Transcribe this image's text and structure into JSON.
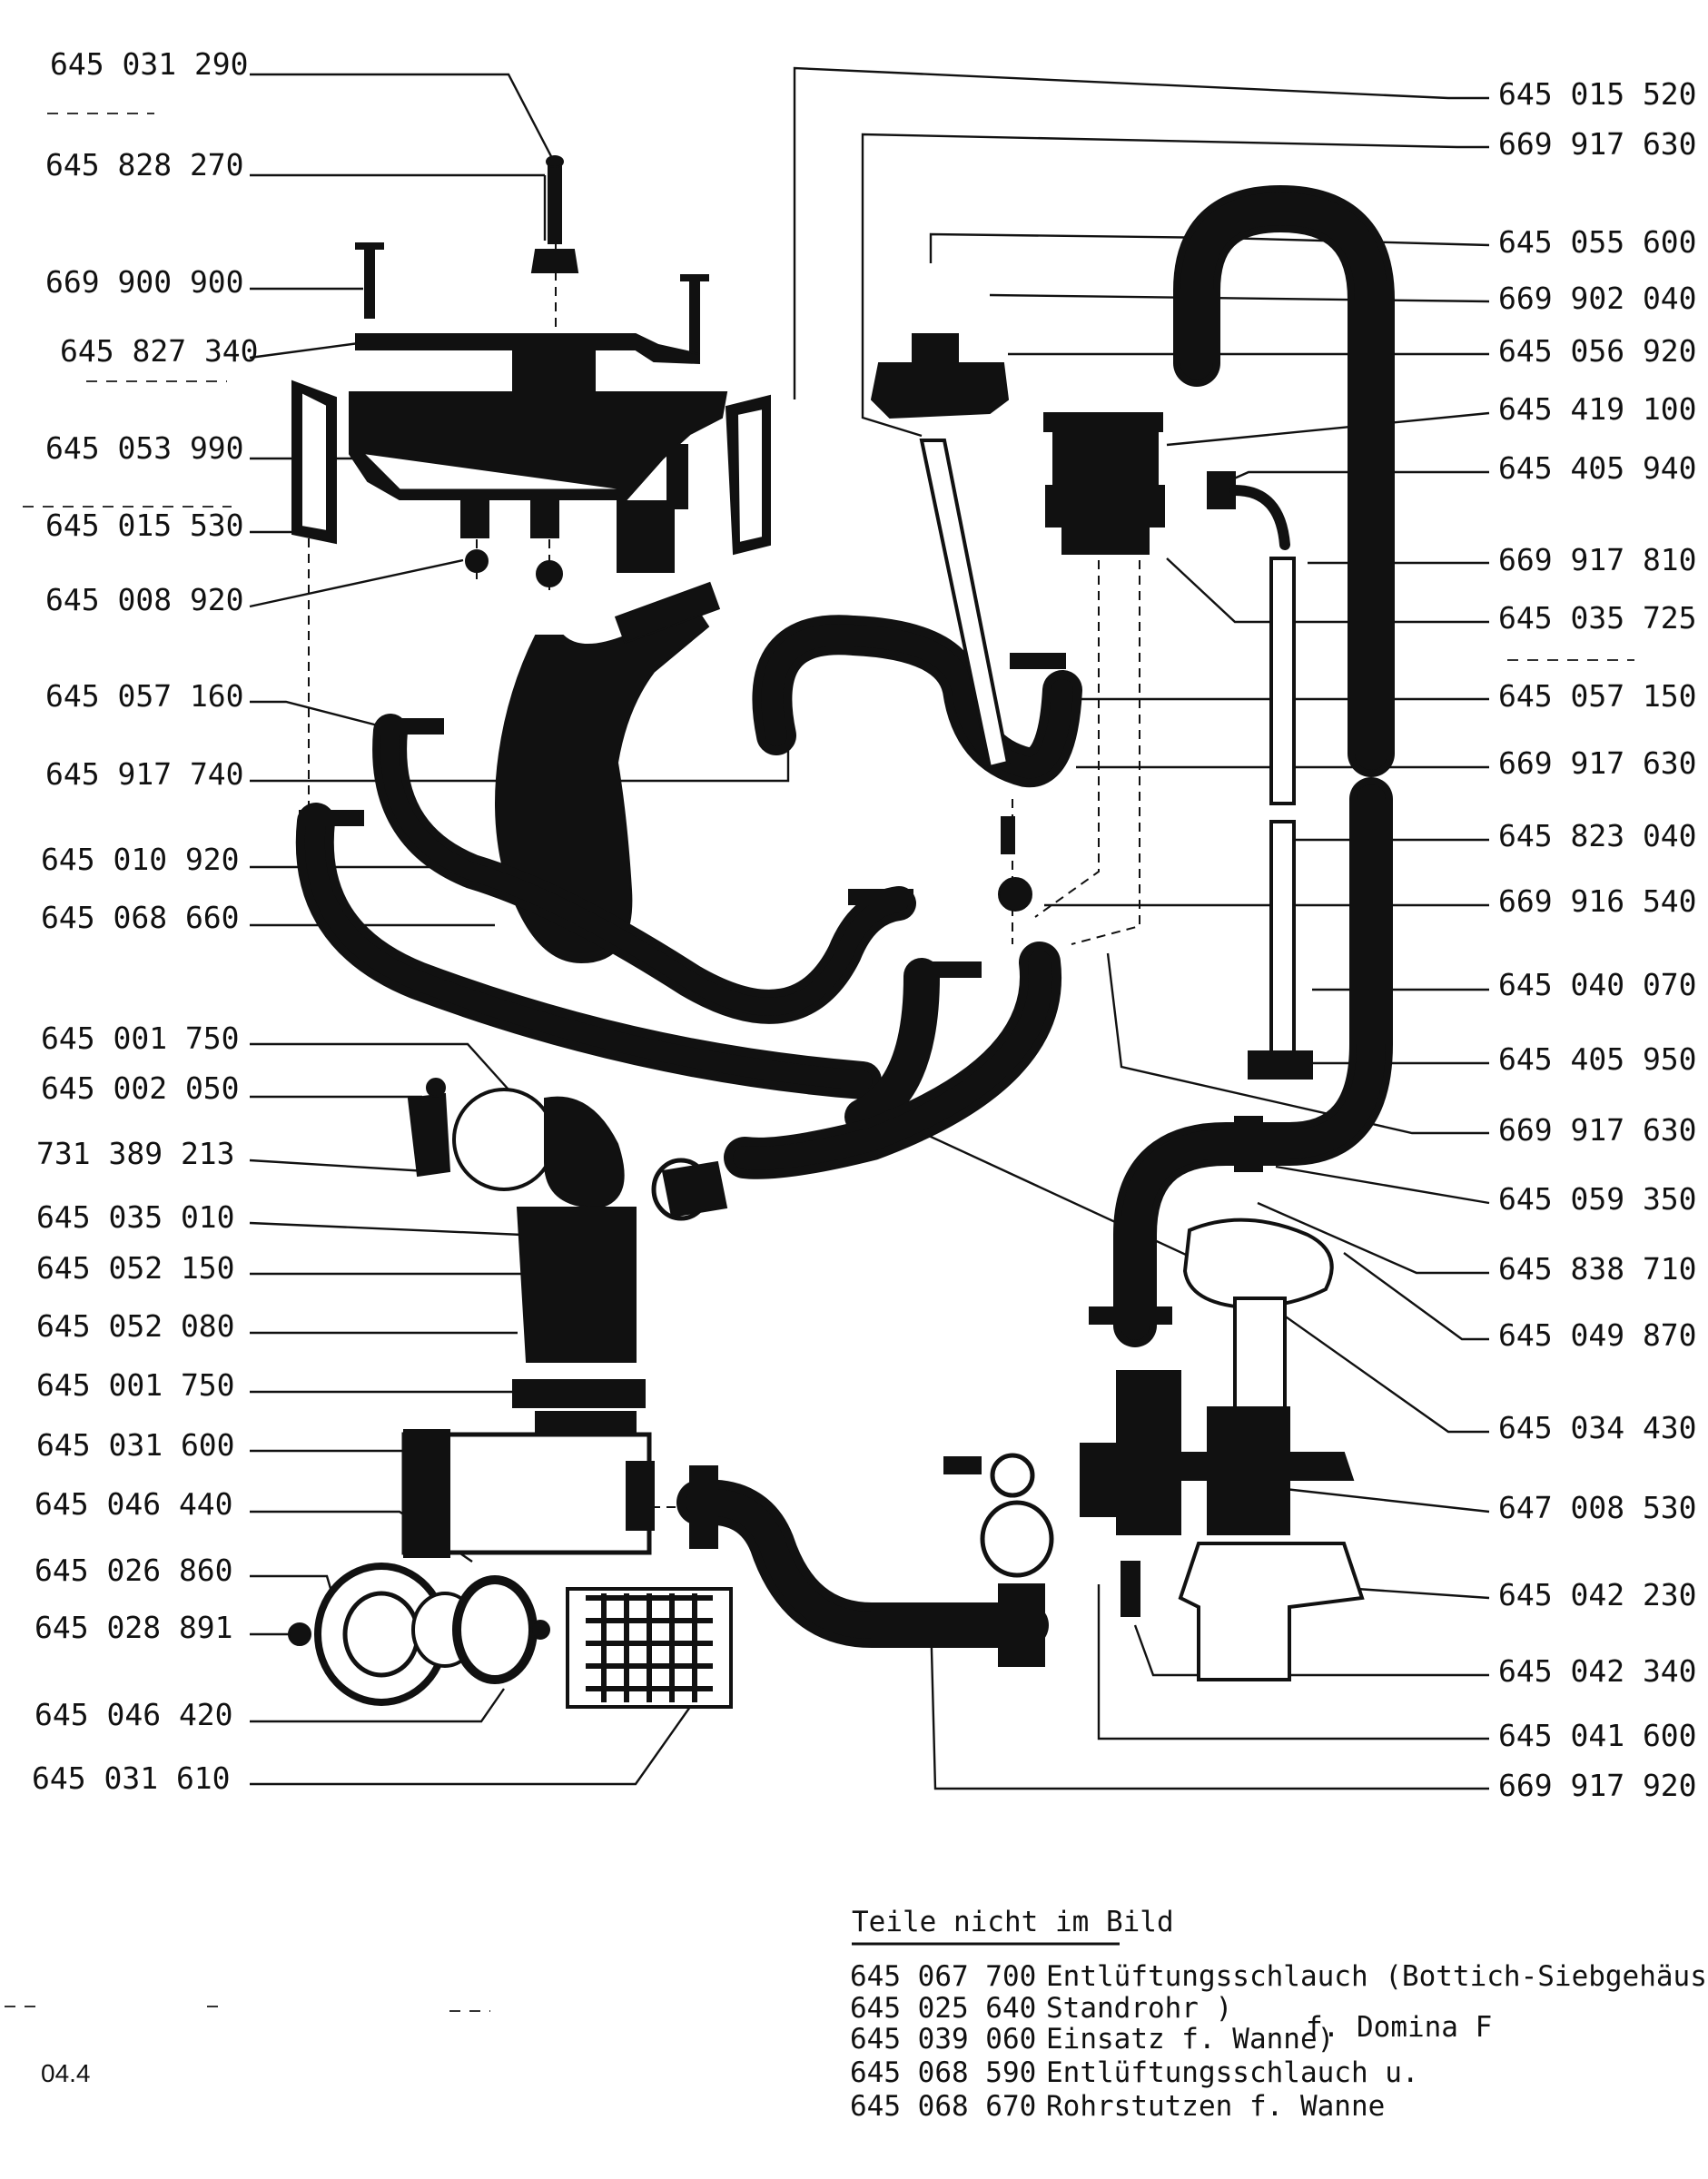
{
  "labels_left": [
    "645 031 290",
    "645 828 270",
    "669 900 900",
    "645 827 340",
    "645 053 990",
    "645 015 530",
    "645 008 920",
    "645 057 160",
    "645 917 740",
    "645 010 920",
    "645 068 660",
    "645 001 750",
    "645 002 050",
    "731 389 213",
    "645 035 010",
    "645 052 150",
    "645 052 080",
    "645 001 750",
    "645 031 600",
    "645 046 440",
    "645 026 860",
    "645 028 891",
    "645 046 420",
    "645 031 610"
  ],
  "labels_right": [
    "645 015 520",
    "669 917 630",
    "645 055 600",
    "669 902 040",
    "645 056 920",
    "645 419 100",
    "645 405 940",
    "669 917 810",
    "645 035 725",
    "645 057 150",
    "669 917 630",
    "645 823 040",
    "669 916 540",
    "645 040 070",
    "645 405 950",
    "669 917 630",
    "645 059 350",
    "645 838 710",
    "645 049 870",
    "645 034 430",
    "647 008 530",
    "645 042 230",
    "645 042 340",
    "645 041 600",
    "669 917 920"
  ],
  "legend": {
    "title": "Teile nicht im Bild",
    "rows": [
      {
        "code": "645 067 700",
        "text": "Entlüftungsschlauch (Bottich-Siebgehäuse)"
      },
      {
        "code": "645 025 640",
        "text": "Standrohr          )"
      },
      {
        "code": "645 039 060",
        "text": "Einsatz f. Wanne)"
      },
      {
        "code": "645 068 590",
        "text": "Entlüftungsschlauch  u."
      },
      {
        "code": "645 068 670",
        "text": "Rohrstutzen f. Wanne"
      }
    ],
    "bracket_note": "f. Domina F"
  },
  "page_code": "04.4"
}
